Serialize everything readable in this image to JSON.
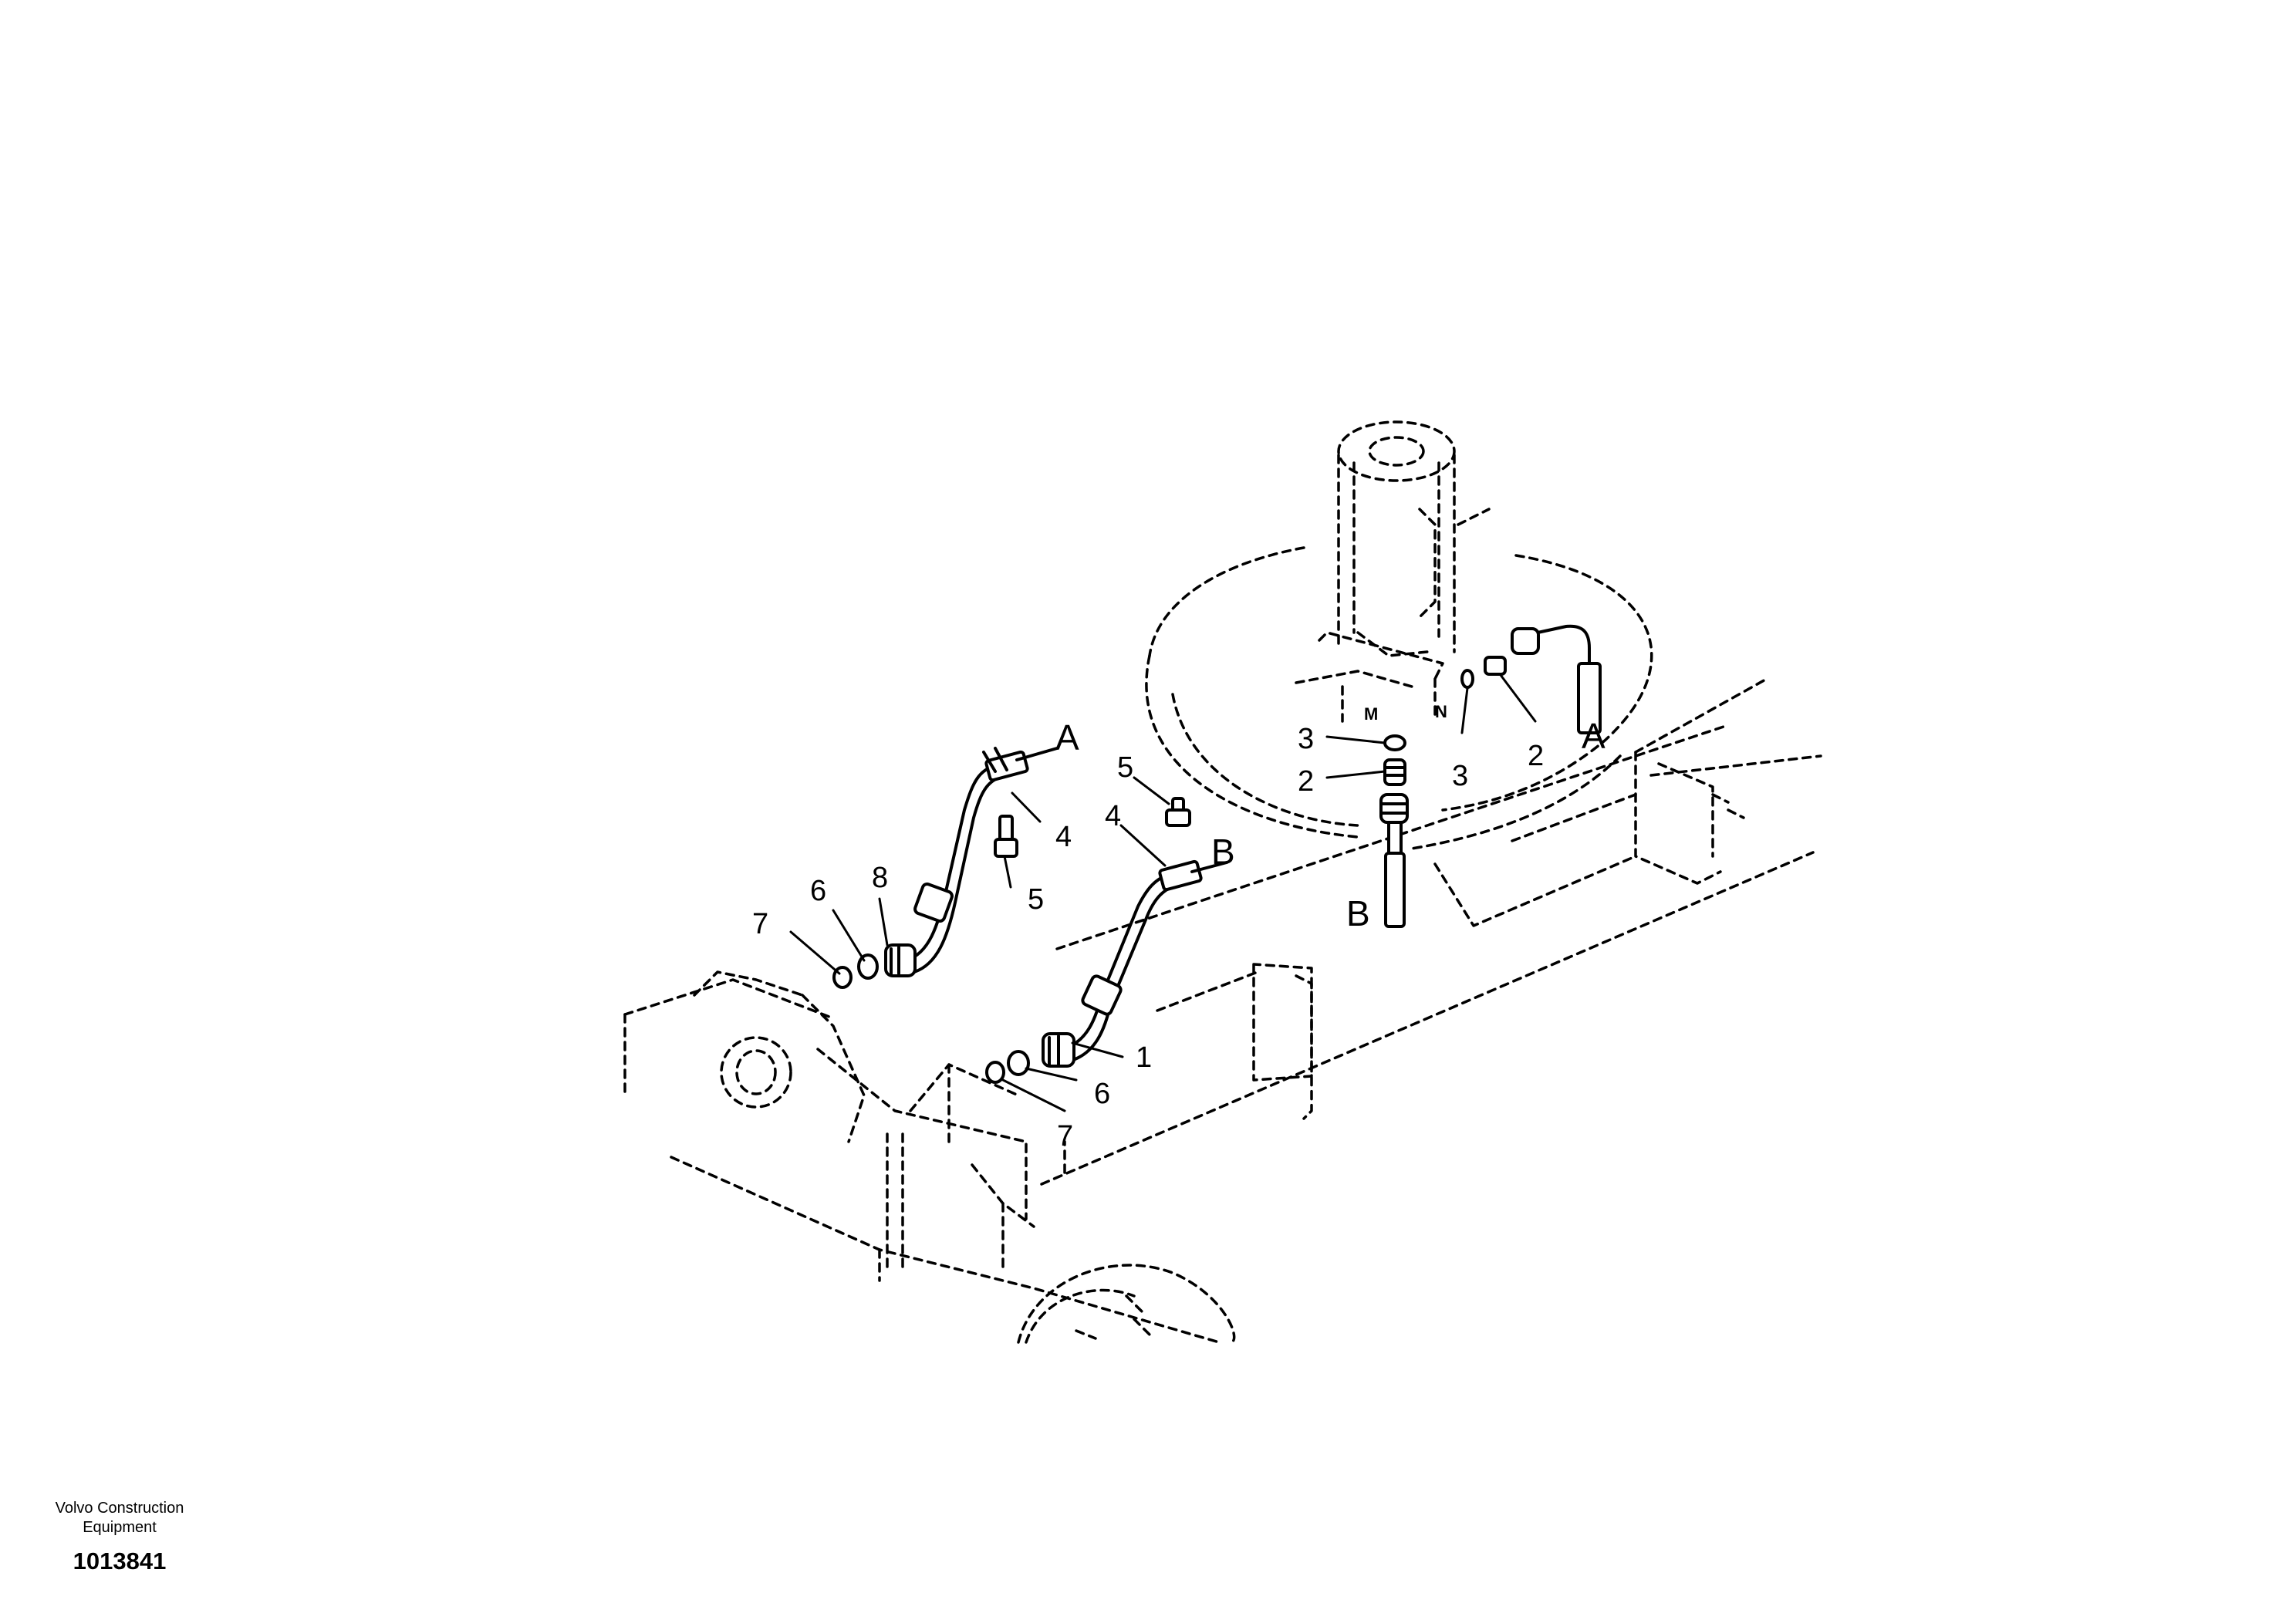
{
  "diagram": {
    "callouts": {
      "ref_1": "1",
      "ref_2_left": "2",
      "ref_2_right": "2",
      "ref_3_left": "3",
      "ref_3_right": "3",
      "ref_4_upper": "4",
      "ref_4_lower": "4",
      "ref_5_upper": "5",
      "ref_5_lower": "5",
      "ref_6_upper": "6",
      "ref_6_lower": "6",
      "ref_7_upper": "7",
      "ref_7_lower": "7",
      "ref_8": "8"
    },
    "connection_letters": {
      "a_hose": "A",
      "b_hose": "B",
      "a_swivel": "A",
      "b_swivel": "B"
    },
    "port_letters": {
      "port_m": "M",
      "port_n": "N"
    }
  },
  "footer": {
    "brand_line1": "Volvo Construction",
    "brand_line2": "Equipment",
    "document_number": "1013841"
  }
}
